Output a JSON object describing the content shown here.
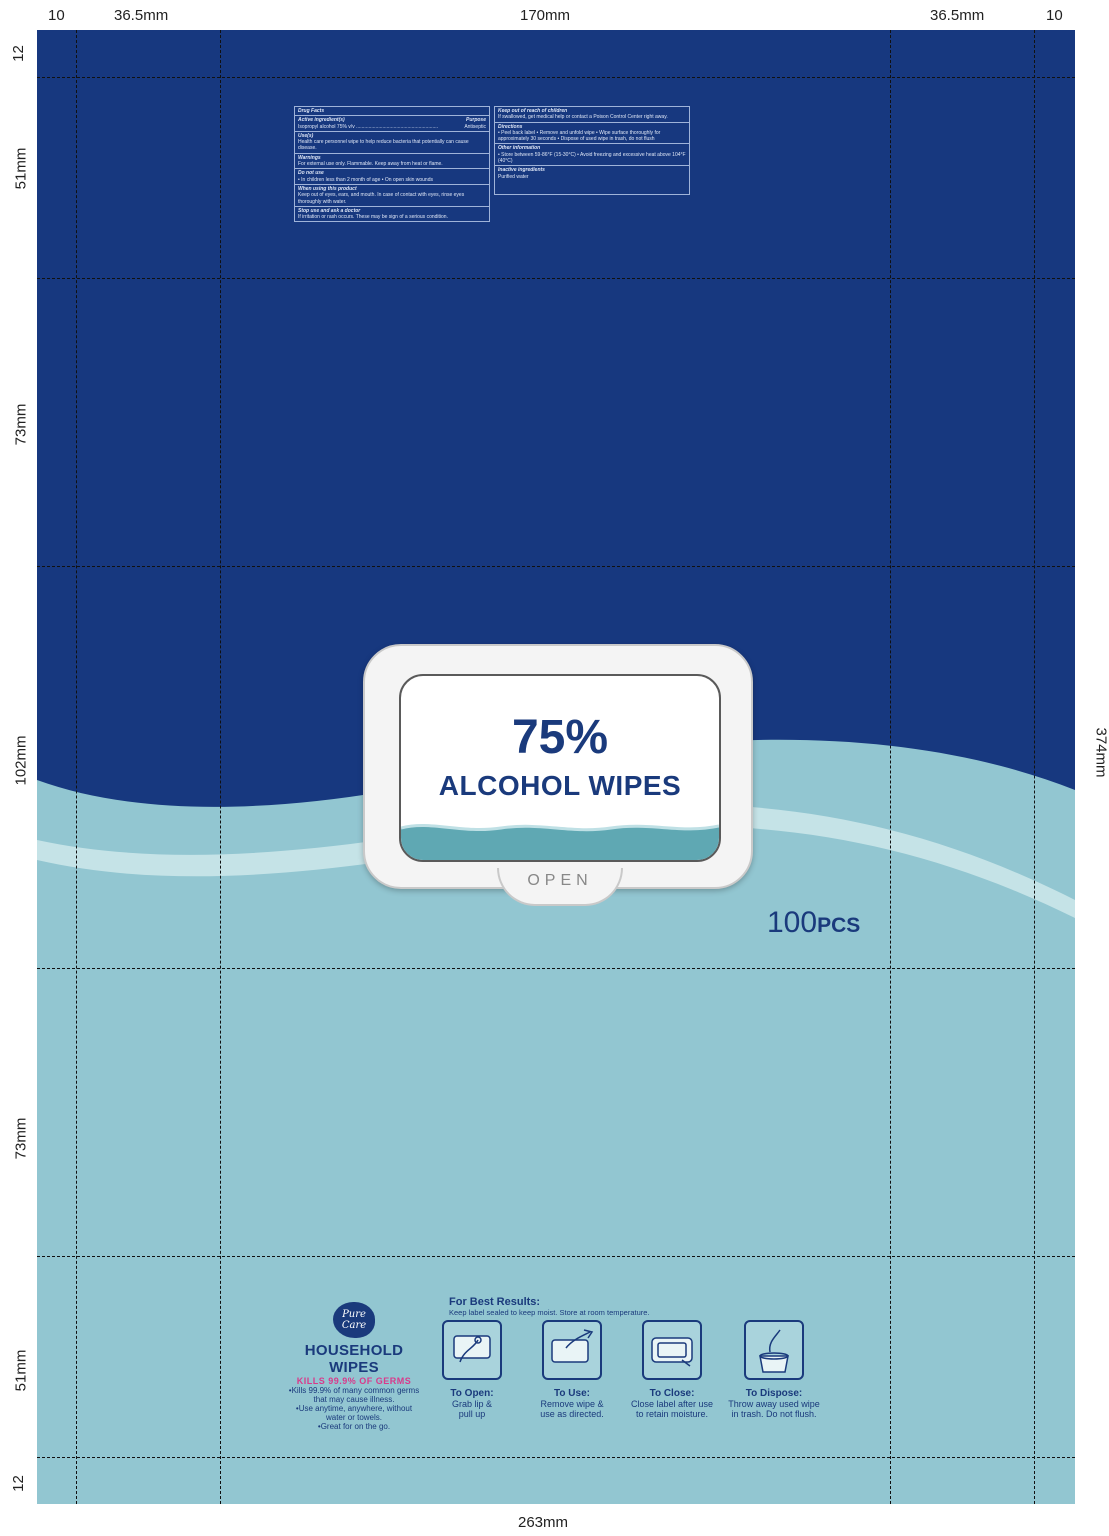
{
  "dimensions": {
    "top": [
      "10",
      "36.5mm",
      "170mm",
      "36.5mm",
      "10"
    ],
    "left": [
      "12",
      "51mm",
      "73mm",
      "102mm",
      "73mm",
      "51mm",
      "12"
    ],
    "right": "374mm",
    "bottom": "263mm"
  },
  "colors": {
    "navy": "#17387f",
    "aqua": "#92c6d1",
    "wave_light": "#c5e3e7",
    "text_navy": "#1a3a7c",
    "pink": "#d83a8b"
  },
  "drug_facts": {
    "left": [
      {
        "head": "Drug Facts",
        "text": ""
      },
      {
        "head": "Active ingredient(s)",
        "head_right": "Purpose",
        "text": "Isopropyl alcohol 75% v/v ...........................................................",
        "text_right": "Antiseptic"
      },
      {
        "head": "Use(s)",
        "text": "Health care personnel wipe to help reduce bacteria that potentially can cause disease."
      },
      {
        "head": "Warnings",
        "text": "For external use only. Flammable. Keep away from heat or flame."
      },
      {
        "head": "Do not use",
        "text": "• In children less than 2 month of age  • On open skin wounds"
      },
      {
        "head": "When using this product",
        "text": "Keep out of eyes, ears, and mouth. In case of contact with eyes, rinse eyes thoroughly with water."
      },
      {
        "head": "Stop use and ask a doctor",
        "text": "If irritation or rash occurs. These may be sign of a serious condition."
      }
    ],
    "right": [
      {
        "head": "Keep out of reach of children",
        "text": "If swallowed, get medical help or contact a Poison Control Center right away."
      },
      {
        "head": "Directions",
        "text": "• Peel back label  • Remove and unfold wipe  • Wipe surface thoroughly for approximately 30 seconds  • Dispose of used wipe in trash, do not flush"
      },
      {
        "head": "Other information",
        "text": "• Store between 59-86°F (15-30°C)  • Avoid freezing and excessive heat above 104°F (40°C)"
      },
      {
        "head": "Inactive ingredients",
        "text": "Purified water"
      }
    ]
  },
  "lid": {
    "percent": "75%",
    "title": "ALCOHOL WIPES",
    "open_label": "OPEN"
  },
  "count": {
    "number": "100",
    "unit": "PCS"
  },
  "brand": {
    "logo": "Pure Care",
    "name": "HOUSEHOLD WIPES",
    "claim": "KILLS 99.9% OF GERMS",
    "bullets": [
      "•Kills 99.9% of many common germs",
      "that may cause illness.",
      "•Use anytime, anywhere, without",
      "water or towels.",
      "•Great for on the go."
    ]
  },
  "best_results": {
    "title": "For Best Results:",
    "subtitle": "Keep label sealed to keep moist. Store at room temperature.",
    "steps": [
      {
        "title": "To Open:",
        "lines": [
          "Grab lip &",
          "pull up"
        ],
        "icon": "hand-peel-icon"
      },
      {
        "title": "To Use:",
        "lines": [
          "Remove wipe &",
          "use as directed."
        ],
        "icon": "hand-pull-wipe-icon"
      },
      {
        "title": "To Close:",
        "lines": [
          "Close label after use",
          "to retain moisture."
        ],
        "icon": "close-package-icon"
      },
      {
        "title": "To Dispose:",
        "lines": [
          "Throw away used wipe",
          "in trash. Do not flush."
        ],
        "icon": "trash-bin-icon"
      }
    ]
  }
}
